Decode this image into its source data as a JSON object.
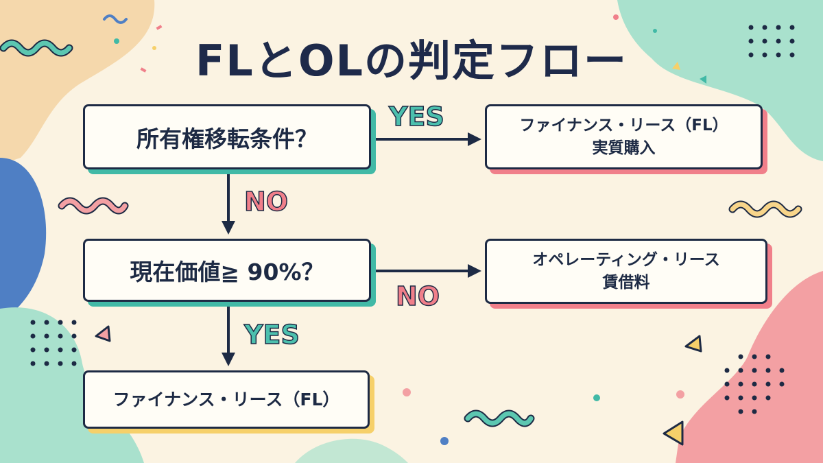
{
  "title": "FLとOLの判定フロー",
  "nodes": {
    "q1": "所有権移転条件？",
    "fl_top_line1": "ファイナンス・リース（FL）",
    "fl_top_line2": "実質購入",
    "q2": "現在価値≧ 90%？",
    "ol_line1": "オペレーティング・リース",
    "ol_line2": "賃借料",
    "fl_bottom": "ファイナンス・リース（FL）"
  },
  "edges": {
    "q1_yes": "YES",
    "q1_no": "NO",
    "q2_no": "NO",
    "q2_yes": "YES"
  },
  "colors": {
    "background": "#fbf3e2",
    "navy": "#1d2a44",
    "teal": "#41b9a6",
    "pink": "#f07f8a",
    "yellow": "#f6d06a",
    "blue": "#4f7fc4"
  }
}
